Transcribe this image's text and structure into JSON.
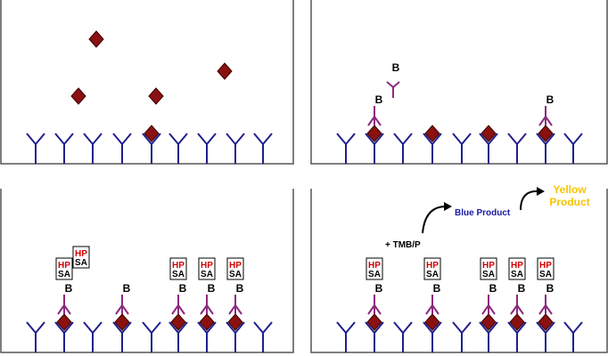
{
  "colors": {
    "antibody": "#1f1f8c",
    "detection_antibody": "#8b2a7e",
    "antigen": "#8b1111",
    "hp_text": "#d40000",
    "sa_text": "#000000",
    "blue_product": "#1a1aa6",
    "yellow_product": "#f5c400",
    "panel_border": "#555555",
    "arrow": "#000000"
  },
  "labels": {
    "biotin": "B",
    "hp": "HP",
    "sa": "SA",
    "substrate": "+ TMB/P",
    "blue_product": "Blue Product",
    "yellow_product_line1": "Yellow",
    "yellow_product_line2": "Product"
  },
  "panels": [
    {
      "id": "capture-antigen",
      "capture_antibodies": 9,
      "bound_antigen_slots": [
        4
      ],
      "free_antigen_count": 4,
      "detection_slots": [],
      "conjugate_slots": [],
      "free_detection": false,
      "free_conjugate": false,
      "reaction": false
    },
    {
      "id": "detection-antibody",
      "capture_antibodies": 9,
      "bound_antigen_slots": [
        1,
        3,
        5,
        7
      ],
      "free_antigen_count": 0,
      "detection_slots": [
        1,
        7
      ],
      "conjugate_slots": [],
      "free_detection": true,
      "free_conjugate": false,
      "reaction": false
    },
    {
      "id": "streptavidin-hrp",
      "capture_antibodies": 9,
      "bound_antigen_slots": [
        1,
        3,
        5,
        6,
        7
      ],
      "free_antigen_count": 0,
      "detection_slots": [
        1,
        3,
        5,
        6,
        7
      ],
      "conjugate_slots": [
        1,
        5,
        6,
        7
      ],
      "free_detection": false,
      "free_conjugate": true,
      "reaction": false
    },
    {
      "id": "substrate-reaction",
      "capture_antibodies": 9,
      "bound_antigen_slots": [
        1,
        3,
        5,
        6,
        7
      ],
      "free_antigen_count": 0,
      "detection_slots": [
        1,
        3,
        5,
        6,
        7
      ],
      "conjugate_slots": [
        1,
        3,
        5,
        6,
        7
      ],
      "free_detection": false,
      "free_conjugate": false,
      "reaction": true
    }
  ]
}
